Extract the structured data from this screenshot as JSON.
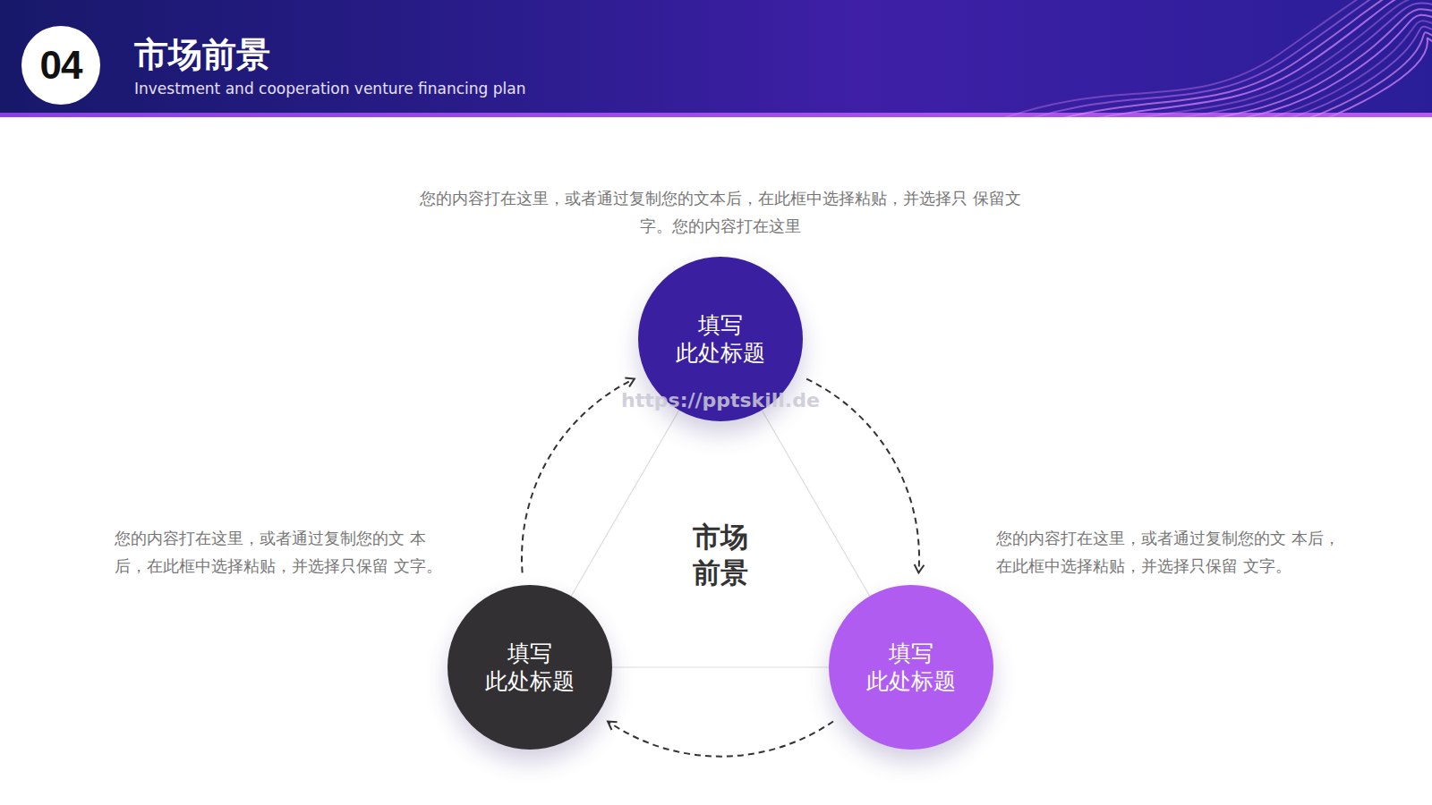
{
  "diagram": {
    "title": "市场前景",
    "nodes": [
      {
        "text": [
          "填写 此处标题"
        ]
      },
      {
        "text": [
          "填写 此处标题"
        ]
      },
      {
        "text": [
          "填写 此处标题"
        ]
      }
    ],
    "edges": [
      {
        "from": 0,
        "to": 2,
        "arrow": "to"
      },
      {
        "from": 2,
        "to": 1,
        "arrow": "to"
      },
      {
        "from": 1,
        "to": 0,
        "arrow": "to"
      },
      {
        "from": 0,
        "to": 1,
        "arrow": "none"
      },
      {
        "from": 0,
        "to": 2,
        "arrow": "none"
      },
      {
        "from": 1,
        "to": 2,
        "arrow": "none"
      }
    ],
    "labels": [
      "04",
      "Investment and cooperation venture financing plan",
      "您的内容打在这里，或者通过复制您的文本后，在此框中选择粘贴，并选择只 保留文字。您的内容打在这里",
      "https://pptskill.de",
      "市场 前景",
      "您的内容打在这里，或者通过复制您的文 本后，在此框中选择粘贴，并选择只保留 文字。",
      "您的内容打在这里，或者通过复制您的文 本后，在此框中选择粘贴，并选择只保留 文字。"
    ]
  }
}
